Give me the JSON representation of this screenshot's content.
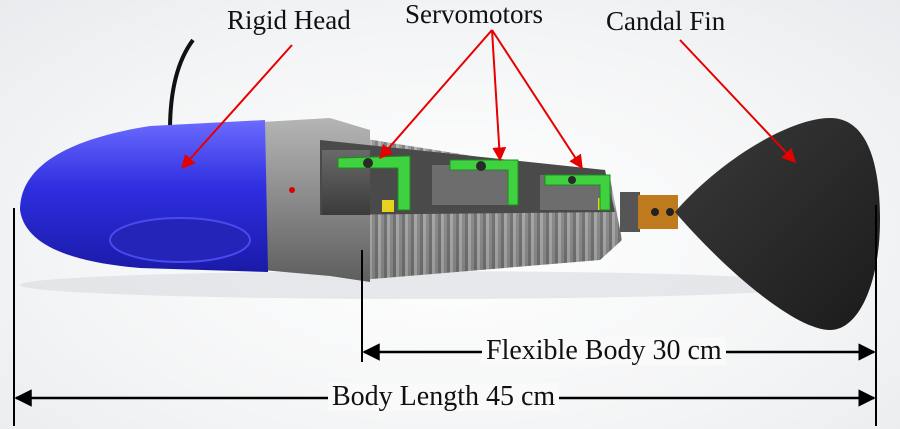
{
  "labels": {
    "rigid_head": "Rigid Head",
    "servomotors": "Servomotors",
    "caudal_fin": "Candal Fin",
    "flexible_body": "Flexible Body 30 cm",
    "body_length": "Body Length 45 cm"
  },
  "colors": {
    "head": "#2f2fd6",
    "arrow": "#e60000",
    "servo_bracket": "#3fd13f",
    "fin": "#2a2a2a",
    "body_gray": "#8c8c8c"
  }
}
